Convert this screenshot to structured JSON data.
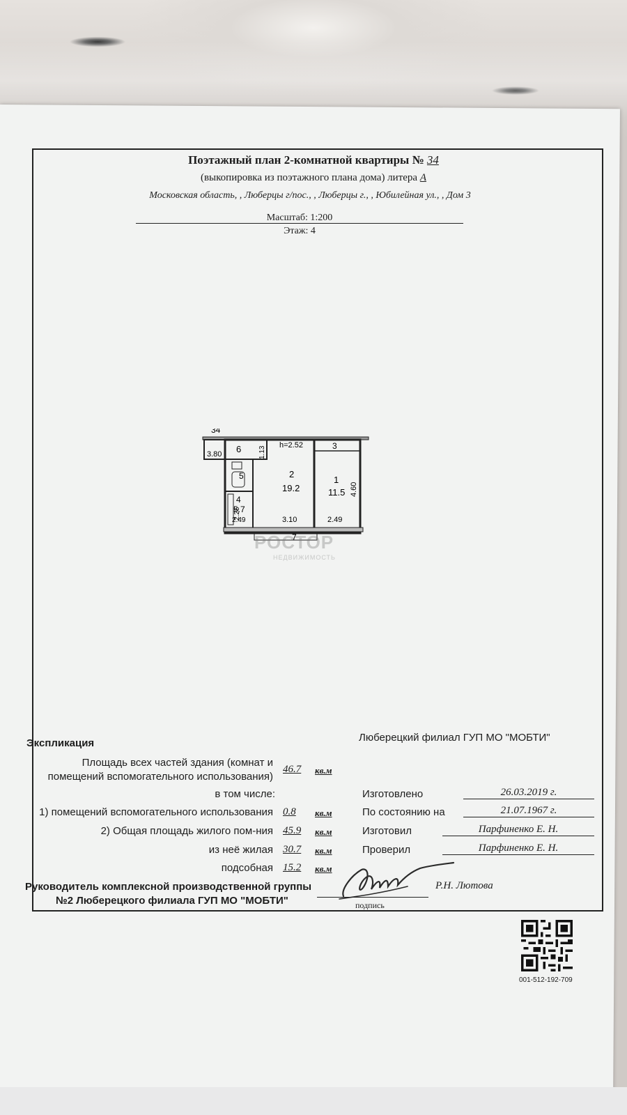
{
  "header": {
    "title_prefix": "Поэтажный план 2-комнатной квартиры №",
    "apartment_number": "34",
    "subtitle_prefix": "(выкопировка из поэтажного плана дома) литера",
    "litera": "А",
    "address": "Московская область, , Люберцы г/пос., , Люберцы г., , Юбилейная ул., , Дом 3",
    "scale": "Масштаб: 1:200",
    "floor": "Этаж: 4"
  },
  "plan": {
    "apartment_label": "34",
    "ceiling_height": "h=2.52",
    "rooms": [
      {
        "number": "1",
        "area": "11.5"
      },
      {
        "number": "2",
        "area": "19.2"
      },
      {
        "number": "3",
        "area": ""
      },
      {
        "number": "4",
        "area": "5.7"
      },
      {
        "number": "5",
        "area": ""
      },
      {
        "number": "6",
        "area": ""
      },
      {
        "number": "7",
        "area": ""
      }
    ],
    "dimensions": [
      "3.80",
      "1.13",
      "4.60",
      "2.25",
      "2.49",
      "3.10",
      "2.49"
    ]
  },
  "watermark": {
    "brand": "РОСТОР",
    "sub": "НЕДВИЖИМОСТЬ"
  },
  "explication": {
    "heading": "Экспликация",
    "total_label_1": "Площадь всех частей здания (комнат и",
    "total_label_2": "помещений вспомогательного использования)",
    "total_value": "46.7",
    "unit": "кв.м",
    "including_label": "в том числе:",
    "aux_label": "1) помещений вспомогательного использования",
    "aux_value": "0.8",
    "total_living_label": "2) Общая площадь жилого пом-ния",
    "total_living_value": "45.9",
    "living_label": "из неё жилая",
    "living_value": "30.7",
    "utility_label": "подсобная",
    "utility_value": "15.2"
  },
  "organization": {
    "branch": "Люберецкий филиал ГУП МО \"МОБТИ\"",
    "made_label": "Изготовлено",
    "made_value": "26.03.2019 г.",
    "state_label": "По состоянию на",
    "state_value": "21.07.1967 г.",
    "maker_label": "Изготовил",
    "maker_value": "Парфиненко Е. Н.",
    "checker_label": "Проверил",
    "checker_value": "Парфиненко Е. Н."
  },
  "signoff": {
    "head_line_1": "Руководитель комплексной производственной группы",
    "head_line_2": "№2 Люберецкого филиала ГУП МО \"МОБТИ\"",
    "signature_caption": "подпись",
    "signer_name": "Р.Н. Лютова"
  },
  "qr": {
    "code_number": "001-512-192-709"
  }
}
